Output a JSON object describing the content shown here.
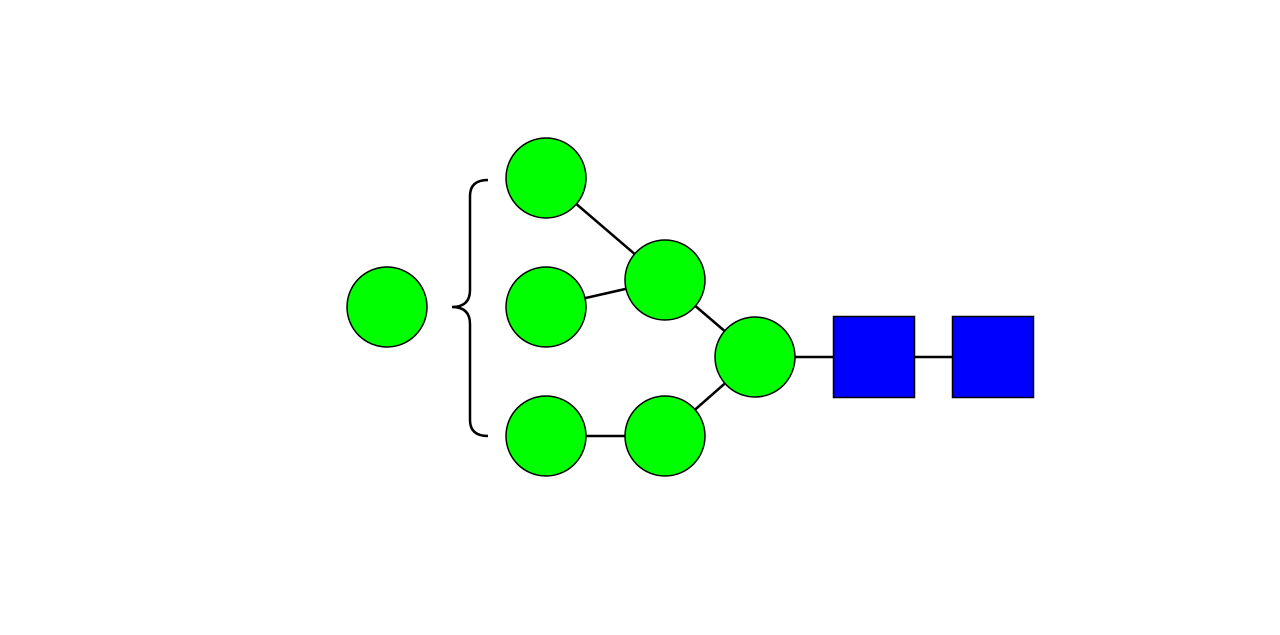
{
  "colors": {
    "background": "#ffffff",
    "link": "#000000",
    "outline": "#000000",
    "mannose": "#00ff00",
    "glcnac": "#0000ff"
  },
  "glycan": {
    "residues": [
      {
        "id": "glcnac-reducing",
        "shape": "square",
        "color": "#0000ff",
        "icon": "blue-square-icon"
      },
      {
        "id": "glcnac-2",
        "shape": "square",
        "color": "#0000ff",
        "icon": "blue-square-icon"
      },
      {
        "id": "core-mannose",
        "shape": "circle",
        "color": "#00ff00",
        "icon": "green-circle-icon"
      },
      {
        "id": "branch-mannose-upper",
        "shape": "circle",
        "color": "#00ff00",
        "icon": "green-circle-icon"
      },
      {
        "id": "branch-mannose-lower",
        "shape": "circle",
        "color": "#00ff00",
        "icon": "green-circle-icon"
      },
      {
        "id": "terminal-mannose-top",
        "shape": "circle",
        "color": "#00ff00",
        "icon": "green-circle-icon"
      },
      {
        "id": "terminal-mannose-middle",
        "shape": "circle",
        "color": "#00ff00",
        "icon": "green-circle-icon"
      },
      {
        "id": "terminal-mannose-bottom",
        "shape": "circle",
        "color": "#00ff00",
        "icon": "green-circle-icon"
      },
      {
        "id": "floating-mannose",
        "shape": "circle",
        "color": "#00ff00",
        "icon": "green-circle-icon"
      }
    ],
    "links": [
      {
        "from": "glcnac-2",
        "to": "glcnac-reducing"
      },
      {
        "from": "core-mannose",
        "to": "glcnac-2"
      },
      {
        "from": "branch-mannose-upper",
        "to": "core-mannose"
      },
      {
        "from": "branch-mannose-lower",
        "to": "core-mannose"
      },
      {
        "from": "terminal-mannose-top",
        "to": "branch-mannose-upper"
      },
      {
        "from": "terminal-mannose-middle",
        "to": "branch-mannose-upper"
      },
      {
        "from": "terminal-mannose-bottom",
        "to": "branch-mannose-lower"
      }
    ],
    "bracket": {
      "icon": "curly-brace-icon",
      "encloses": [
        "terminal-mannose-top",
        "terminal-mannose-middle",
        "terminal-mannose-bottom"
      ],
      "attached": "floating-mannose"
    }
  }
}
